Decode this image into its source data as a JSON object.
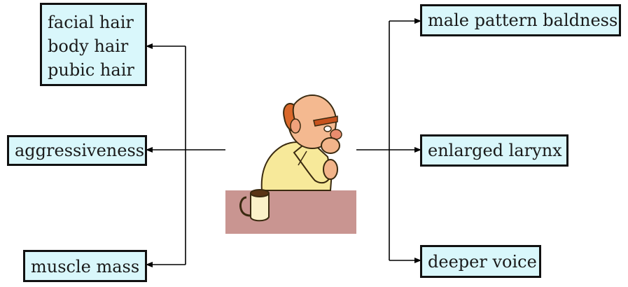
{
  "left_boxes": {
    "hair": [
      "facial hair",
      "body hair",
      "pubic hair"
    ],
    "aggression": "aggressiveness",
    "muscle": "muscle mass"
  },
  "right_boxes": {
    "baldness": "male pattern baldness",
    "larynx": "enlarged larynx",
    "voice": "deeper voice"
  },
  "colors": {
    "box_fill": "#d9f7fb",
    "box_border": "#111111",
    "line": "#000000",
    "table": "#c99591"
  },
  "figure": {
    "icon": "thinking-bald-man-with-coffee-mug-illustration"
  }
}
